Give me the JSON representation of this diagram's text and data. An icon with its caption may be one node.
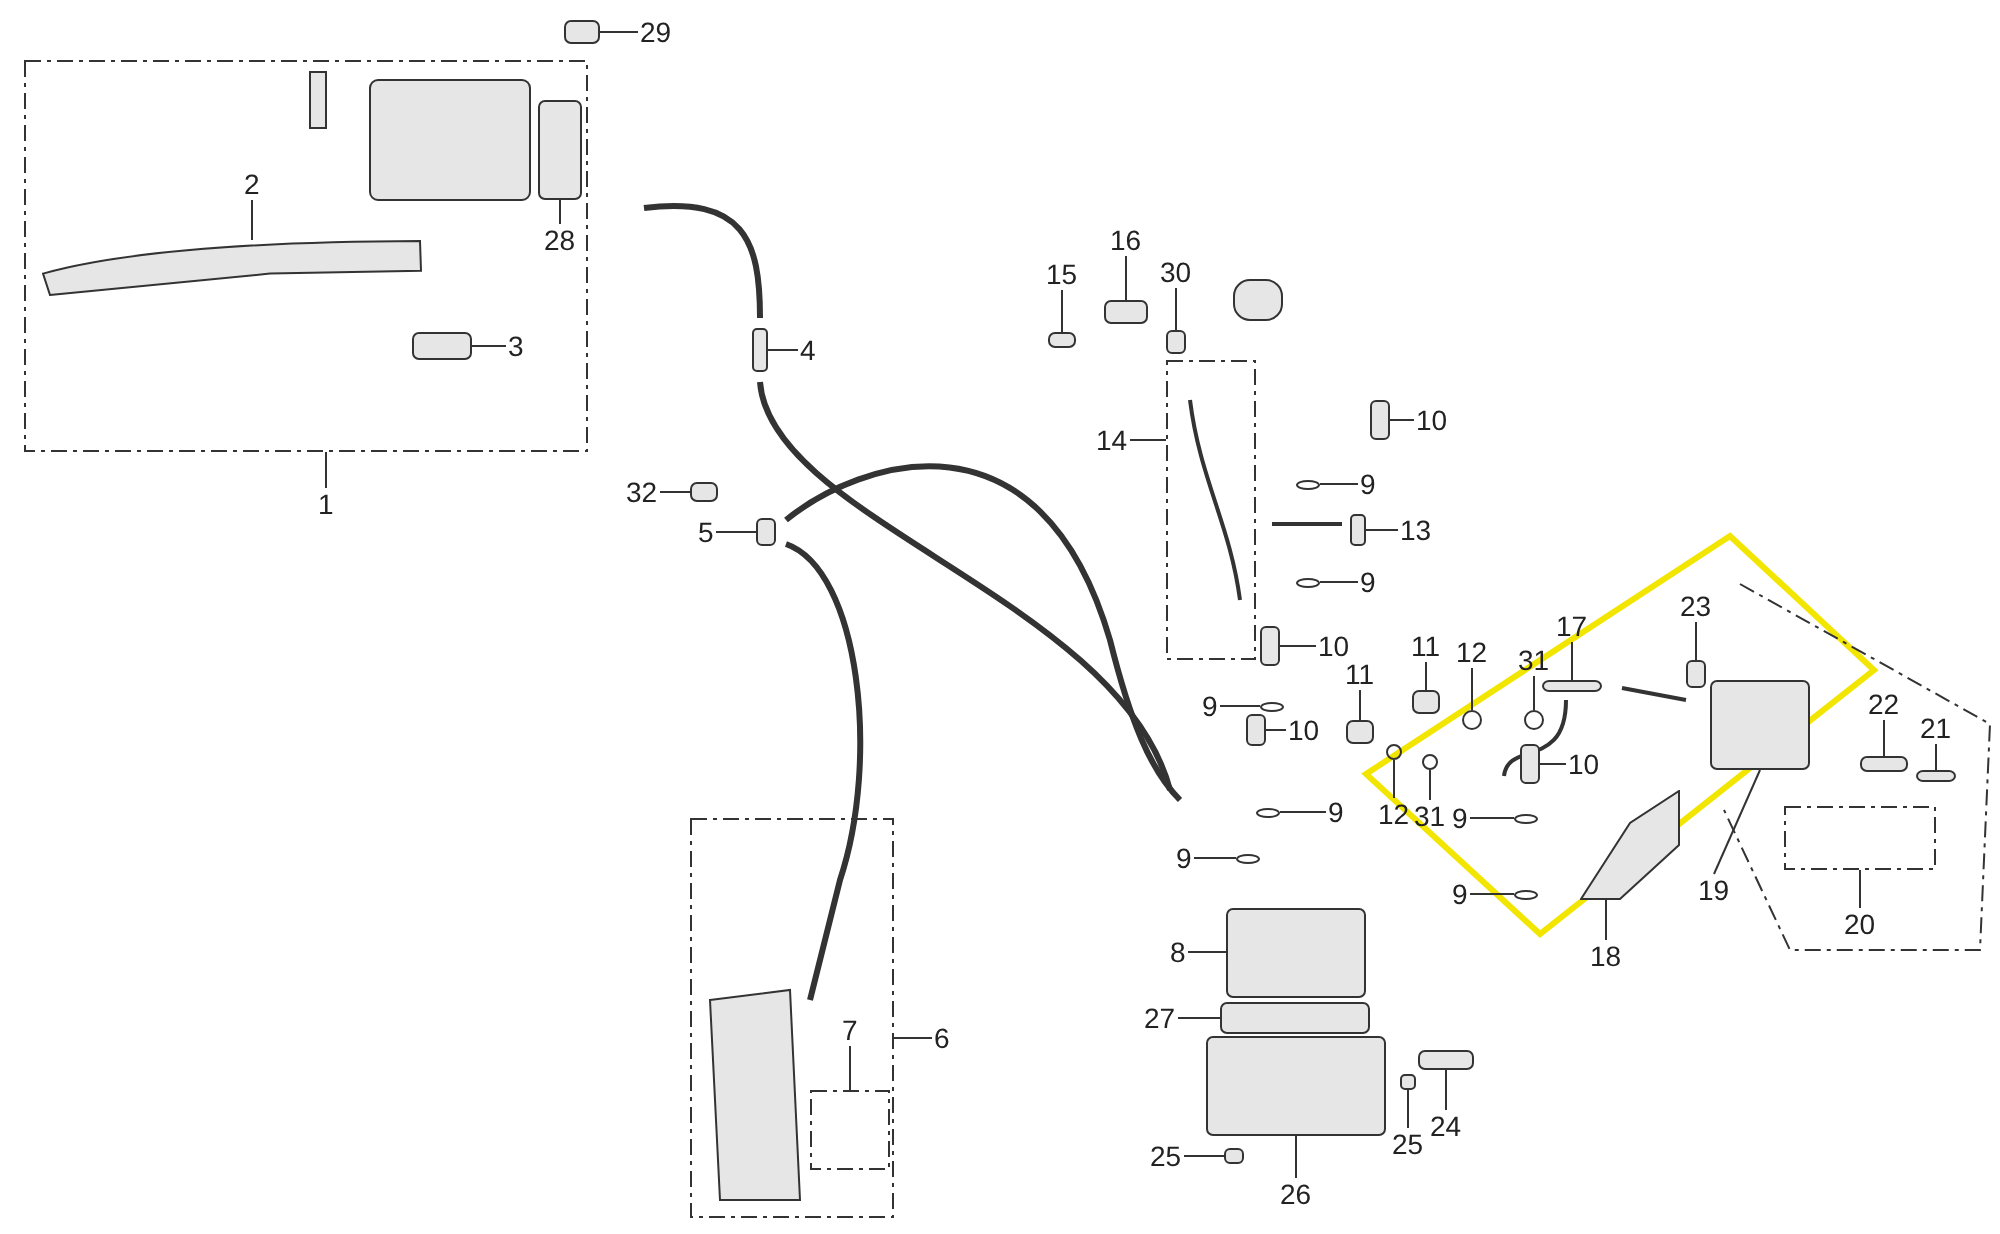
{
  "diagram": {
    "nodes": [
      {
        "text": [],
        "shape": "box"
      },
      {
        "text": [],
        "shape": "box"
      },
      {
        "text": [
          "29"
        ]
      },
      {
        "text": [
          "2"
        ],
        "in": 0
      },
      {
        "text": [
          "28"
        ],
        "in": 0
      },
      {
        "text": [
          "16"
        ]
      },
      {
        "text": [
          "15"
        ]
      },
      {
        "text": [
          "30"
        ]
      },
      {
        "text": [
          "3"
        ],
        "in": 0
      },
      {
        "text": [
          "4"
        ]
      },
      {
        "text": [
          "10"
        ]
      },
      {
        "text": [
          "14"
        ]
      },
      {
        "text": [
          "9"
        ]
      },
      {
        "text": [
          "32"
        ]
      },
      {
        "text": [
          "1"
        ]
      },
      {
        "text": [
          "13"
        ]
      },
      {
        "text": [
          "5"
        ]
      },
      {
        "text": [
          "9"
        ]
      },
      {
        "text": [
          "23"
        ]
      },
      {
        "text": [
          "17"
        ]
      },
      {
        "text": [
          "11"
        ]
      },
      {
        "text": [
          "10"
        ]
      },
      {
        "text": [
          "12"
        ]
      },
      {
        "text": [
          "31"
        ]
      },
      {
        "text": [
          "11"
        ]
      },
      {
        "text": [
          "22"
        ]
      },
      {
        "text": [
          "9"
        ]
      },
      {
        "text": [
          "21"
        ]
      },
      {
        "text": [
          "10"
        ]
      },
      {
        "text": [
          "10"
        ]
      },
      {
        "text": [
          "9"
        ]
      },
      {
        "text": [
          "12"
        ]
      },
      {
        "text": [
          "31"
        ]
      },
      {
        "text": [
          "9"
        ]
      },
      {
        "text": [
          "9"
        ]
      },
      {
        "text": [
          "19"
        ]
      },
      {
        "text": [
          "9"
        ]
      },
      {
        "text": [
          "20"
        ]
      },
      {
        "text": [
          "8"
        ]
      },
      {
        "text": [
          "18"
        ]
      },
      {
        "text": [
          "27"
        ]
      },
      {
        "text": [
          "7"
        ],
        "in": 1
      },
      {
        "text": [
          "6"
        ]
      },
      {
        "text": [
          "24"
        ]
      },
      {
        "text": [
          "25"
        ]
      },
      {
        "text": [
          "25"
        ]
      },
      {
        "text": [
          "26"
        ]
      },
      {
        "text": [],
        "shape": "box"
      },
      {
        "text": [],
        "shape": "picture",
        "in": 0
      },
      {
        "text": [],
        "shape": "box",
        "in": 0
      },
      {
        "text": [],
        "shape": "box"
      },
      {
        "text": [],
        "shape": "box"
      },
      {
        "text": [],
        "shape": "box"
      },
      {
        "text": [],
        "shape": "box",
        "in": 0
      },
      {
        "text": [],
        "shape": "box"
      },
      {
        "text": [],
        "shape": "box"
      },
      {
        "text": [],
        "shape": "box"
      },
      {
        "text": [],
        "shape": "circle"
      },
      {
        "text": [],
        "shape": "box"
      },
      {
        "text": [],
        "shape": "box"
      },
      {
        "text": [],
        "shape": "box"
      },
      {
        "text": [],
        "shape": "circle"
      },
      {
        "text": [],
        "shape": "box"
      },
      {
        "text": [],
        "shape": "box"
      },
      {
        "text": [],
        "shape": "box"
      },
      {
        "text": [],
        "shape": "box"
      },
      {
        "text": [],
        "shape": "circle"
      },
      {
        "text": [],
        "shape": "circle"
      },
      {
        "text": [],
        "shape": "box"
      },
      {
        "text": [],
        "shape": "box"
      },
      {
        "text": [],
        "shape": "circle"
      },
      {
        "text": [],
        "shape": "box"
      },
      {
        "text": [],
        "shape": "box"
      },
      {
        "text": [],
        "shape": "box"
      },
      {
        "text": [],
        "shape": "circle"
      },
      {
        "text": [],
        "shape": "circle"
      },
      {
        "text": [],
        "shape": "circle"
      },
      {
        "text": [],
        "shape": "circle"
      },
      {
        "text": [],
        "shape": "circle"
      },
      {
        "text": [],
        "shape": "box"
      },
      {
        "text": [],
        "shape": "circle"
      },
      {
        "text": [],
        "shape": "box"
      },
      {
        "text": [],
        "shape": "box"
      },
      {
        "text": [],
        "shape": "picture"
      },
      {
        "text": [],
        "shape": "box"
      },
      {
        "text": [],
        "shape": "box",
        "in": 1
      },
      {
        "text": [],
        "shape": "box"
      },
      {
        "text": [],
        "shape": "box"
      },
      {
        "text": [],
        "shape": "box"
      },
      {
        "text": [],
        "shape": "box"
      }
    ],
    "edges": [
      {
        "from": 2,
        "to": 47,
        "arrow": "none"
      },
      {
        "from": 3,
        "to": 48,
        "arrow": "none"
      },
      {
        "from": 4,
        "to": 49,
        "arrow": "none"
      },
      {
        "from": 5,
        "to": 50,
        "arrow": "none"
      },
      {
        "from": 6,
        "to": 51,
        "arrow": "none"
      },
      {
        "from": 7,
        "to": 52,
        "arrow": "none"
      },
      {
        "from": 8,
        "to": 53,
        "arrow": "none"
      },
      {
        "from": 9,
        "to": 54,
        "arrow": "none"
      },
      {
        "from": 10,
        "to": 55,
        "arrow": "none"
      },
      {
        "from": 11,
        "to": 56,
        "arrow": "none"
      },
      {
        "from": 12,
        "to": 57,
        "arrow": "none"
      },
      {
        "from": 13,
        "to": 58,
        "arrow": "none"
      },
      {
        "from": 14,
        "to": 0,
        "arrow": "none"
      },
      {
        "from": 15,
        "to": 59,
        "arrow": "none"
      },
      {
        "from": 16,
        "to": 60,
        "arrow": "none"
      },
      {
        "from": 17,
        "to": 61,
        "arrow": "none"
      },
      {
        "from": 18,
        "to": 62,
        "arrow": "none"
      },
      {
        "from": 19,
        "to": 63,
        "arrow": "none"
      },
      {
        "from": 20,
        "to": 64,
        "arrow": "none"
      },
      {
        "from": 21,
        "to": 65,
        "arrow": "none"
      },
      {
        "from": 22,
        "to": 66,
        "arrow": "none"
      },
      {
        "from": 23,
        "to": 67,
        "arrow": "none"
      },
      {
        "from": 24,
        "to": 68,
        "arrow": "none"
      },
      {
        "from": 25,
        "to": 69,
        "arrow": "none"
      },
      {
        "from": 26,
        "to": 70,
        "arrow": "none"
      },
      {
        "from": 27,
        "to": 71,
        "arrow": "none"
      },
      {
        "from": 28,
        "to": 72,
        "arrow": "none"
      },
      {
        "from": 29,
        "to": 73,
        "arrow": "none"
      },
      {
        "from": 30,
        "to": 74,
        "arrow": "none"
      },
      {
        "from": 31,
        "to": 75,
        "arrow": "none"
      },
      {
        "from": 32,
        "to": 76,
        "arrow": "none"
      },
      {
        "from": 33,
        "to": 77,
        "arrow": "none"
      },
      {
        "from": 34,
        "to": 78,
        "arrow": "none"
      },
      {
        "from": 35,
        "to": 79,
        "arrow": "none"
      },
      {
        "from": 36,
        "to": 80,
        "arrow": "none"
      },
      {
        "from": 37,
        "to": 81,
        "arrow": "none"
      },
      {
        "from": 38,
        "to": 82,
        "arrow": "none"
      },
      {
        "from": 39,
        "to": 83,
        "arrow": "none"
      },
      {
        "from": 40,
        "to": 84,
        "arrow": "none"
      },
      {
        "from": 41,
        "to": 85,
        "arrow": "none"
      },
      {
        "from": 42,
        "to": 1,
        "arrow": "none"
      },
      {
        "from": 43,
        "to": 86,
        "arrow": "none"
      },
      {
        "from": 44,
        "to": 87,
        "arrow": "none"
      },
      {
        "from": 45,
        "to": 88,
        "arrow": "none"
      },
      {
        "from": 46,
        "to": 89,
        "arrow": "none"
      }
    ]
  }
}
